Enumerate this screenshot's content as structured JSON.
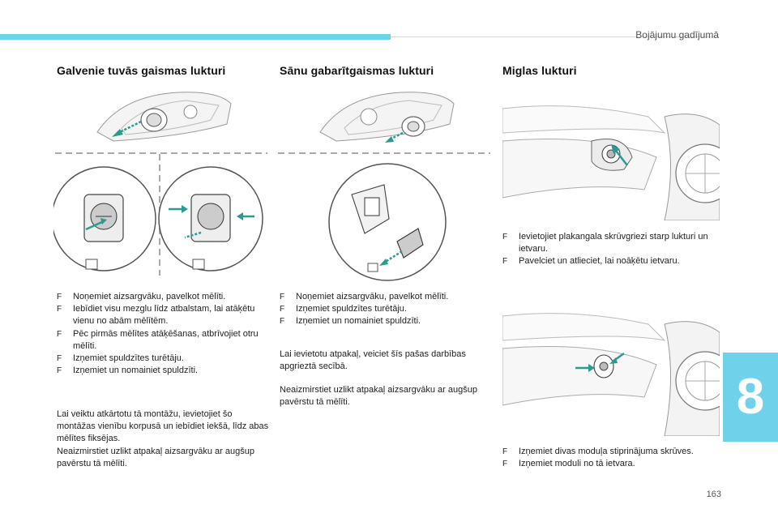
{
  "header": {
    "chapter_title": "Bojājumu gadījumā",
    "accent_color": "#6fd2ea"
  },
  "sections": [
    {
      "title": "Galvenie tuvās gaismas lukturi",
      "steps": [
        "Noņemiet aizsargvāku, pavelkot mēlīti.",
        "Iebīdiet visu mezglu līdz atbalstam, lai atāķētu vienu no abām mēlītēm.",
        "Pēc pirmās mēlītes atāķēšanas, atbrīvojiet otru mēlīti.",
        "Izņemiet spuldzītes turētāju.",
        "Izņemiet un nomainiet spuldzīti."
      ],
      "paragraphs": [
        "Lai veiktu atkārtotu tā montāžu, ievietojiet šo montāžas vienību korpusā un iebīdiet iekšā, līdz abas mēlītes fiksējas.",
        "Neaizmirstiet uzlikt atpakaļ aizsargvāku ar augšup pavērstu tā mēlīti."
      ]
    },
    {
      "title": "Sānu gabarītgaismas lukturi",
      "steps": [
        "Noņemiet aizsargvāku, pavelkot mēlīti.",
        "Izņemiet spuldzītes turētāju.",
        "Izņemiet un nomainiet spuldzīti."
      ],
      "paragraphs": [
        "Lai ievietotu atpakaļ, veiciet šīs pašas darbības apgrieztā secībā.",
        "Neaizmirstiet uzlikt atpakaļ aizsargvāku ar augšup pavērstu tā mēlīti."
      ]
    },
    {
      "title": "Miglas lukturi",
      "steps": [
        "Ievietojiet plakangala skrūvgriezi starp lukturi un ietvaru.",
        "Pavelciet un atlieciet, lai noāķētu ietvaru."
      ],
      "steps_2": [
        "Izņemiet divas moduļa stiprinājuma skrūves.",
        "Izņemiet moduli no tā ietvara."
      ]
    }
  ],
  "bullet_glyph": "F",
  "chapter_number": "8",
  "page_number": "163"
}
